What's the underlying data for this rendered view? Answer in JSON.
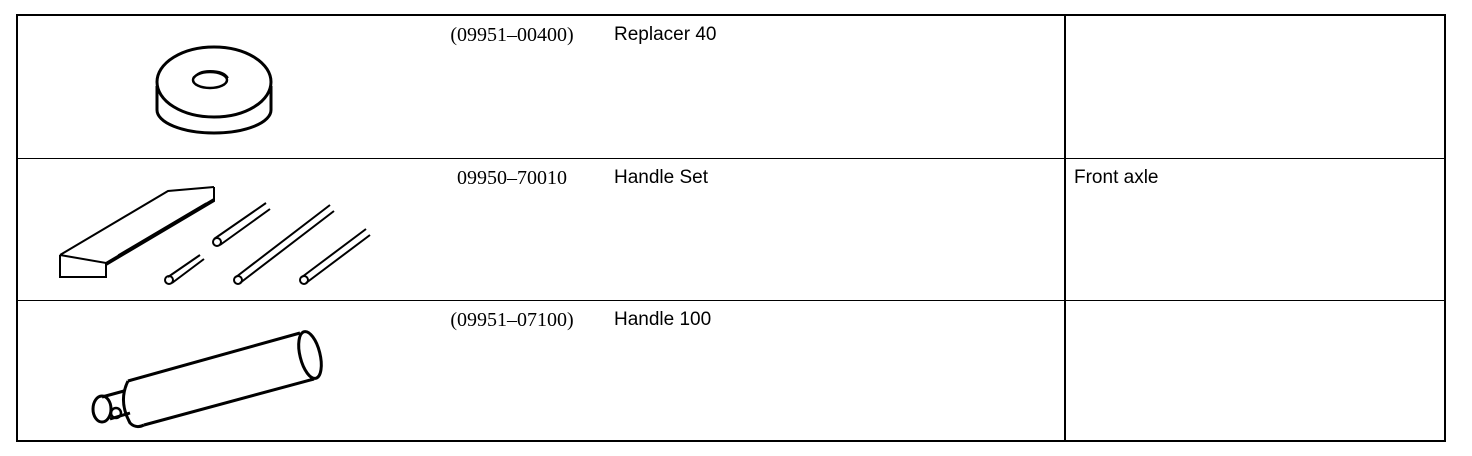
{
  "rows": [
    {
      "part_number": "(09951–00400)",
      "part_name": "Replacer 40",
      "application": "",
      "illustration": "replacer-ring-icon"
    },
    {
      "part_number": "09950–70010",
      "part_name": "Handle Set",
      "application": "Front axle",
      "illustration": "handle-set-icon"
    },
    {
      "part_number": "(09951–07100)",
      "part_name": "Handle 100",
      "application": "",
      "illustration": "handle-rod-icon"
    }
  ]
}
